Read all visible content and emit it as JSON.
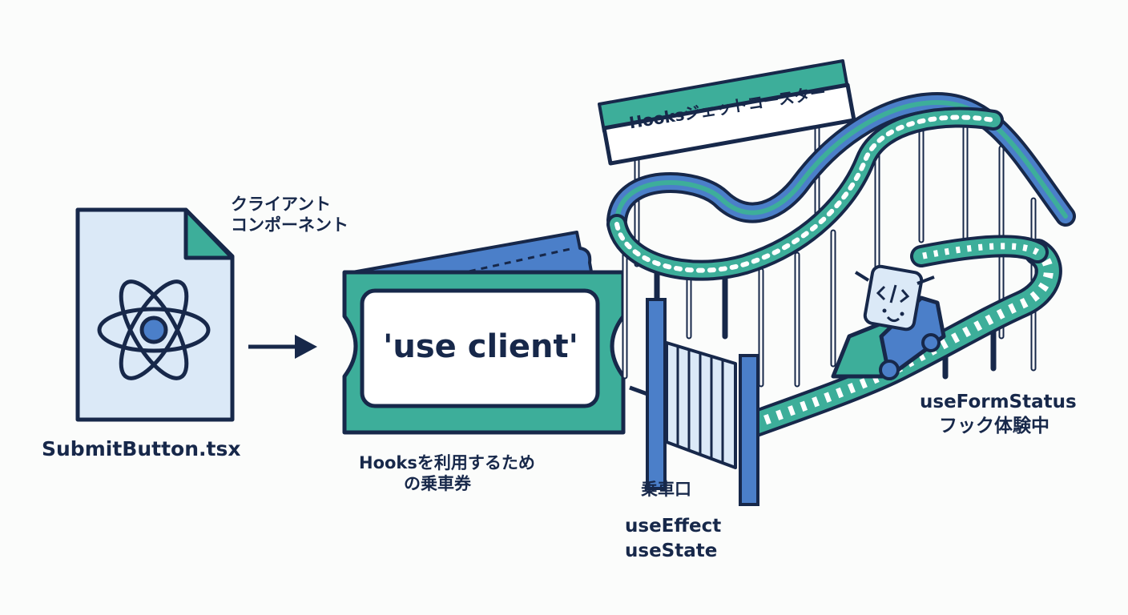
{
  "file": {
    "name": "SubmitButton.tsx",
    "icon": "react-atom-icon"
  },
  "client_component_label": {
    "line1": "クライアント",
    "line2": "コンポーネント"
  },
  "ticket": {
    "text": "'use client'",
    "caption_line1": "Hooksを利用するため",
    "caption_line2": "の乗車券"
  },
  "gate": {
    "label": "乗車口",
    "hooks": [
      "useEffect",
      "useState"
    ]
  },
  "coaster": {
    "sign": "Hooksジェットコースター",
    "rider_label_line1": "useFormStatus",
    "rider_label_line2": "フック体験中",
    "rider_icon": "code-icon"
  },
  "colors": {
    "navy": "#17284a",
    "teal": "#3dae9a",
    "blue": "#4b7fc9",
    "paper": "#dbe9f7"
  }
}
